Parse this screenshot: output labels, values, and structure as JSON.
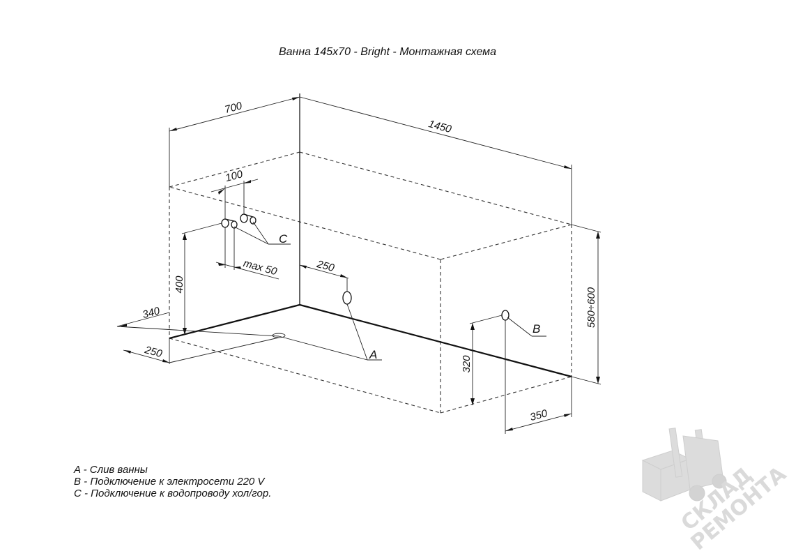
{
  "title": "Ванна 145x70 - Bright - Монтажная схема",
  "dimensions": {
    "d700": "700",
    "d1450": "1450",
    "d100": "100",
    "dmax50": "max 50",
    "d250top": "250",
    "d400": "400",
    "d340": "340",
    "d250left": "250",
    "d320": "320",
    "d350": "350",
    "d580": "580÷600"
  },
  "callouts": {
    "a": "A",
    "b": "B",
    "c": "C"
  },
  "legend": {
    "a": "A - Слив ванны",
    "b": "B - Подключение к электросети 220 V",
    "c": "C - Подключение к водопроводу хол/гор."
  },
  "watermark": {
    "line1": "СКЛАД",
    "line2": "РЕМОНТА",
    "icon": "forklift-icon",
    "color": "#d6d6d6"
  }
}
